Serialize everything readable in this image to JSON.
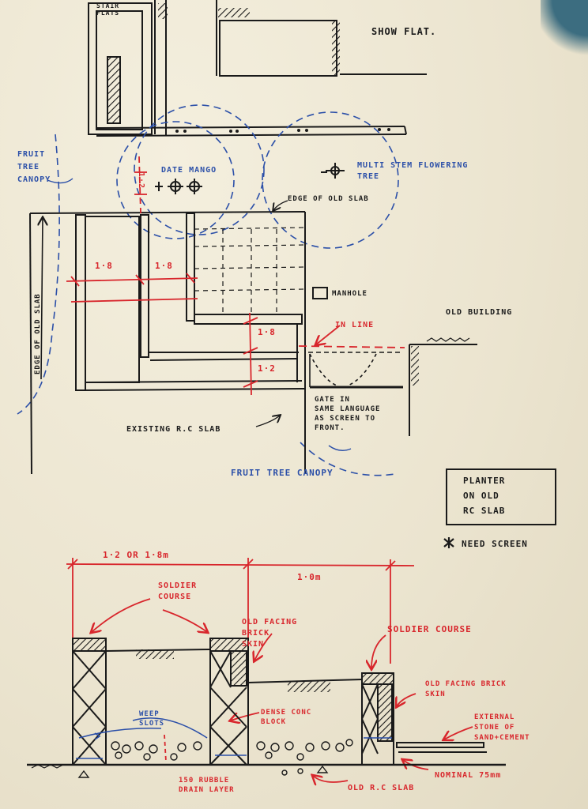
{
  "labels": {
    "stair_flats": "STAIR\nFLATS",
    "show_flat": "SHOW FLAT.",
    "fruit_tree_canopy_left": "FRUIT\nTREE\nCANOPY",
    "date_mango": "DATE MANGO",
    "multi_stem_tree": "MULTI STEM FLOWERING\nTREE",
    "edge_of_old_slab_top": "EDGE OF OLD SLAB",
    "edge_of_old_slab_side": "EDGE OF OLD SLAB",
    "dim_1_8_left": "1·8",
    "dim_1_8_mid": "1·8",
    "dim_1_8_right": "1·8",
    "dim_1_2_right": "1·2",
    "dim_1_2_top": "1·2",
    "manhole": "MANHOLE",
    "in_line": "IN LINE",
    "old_building": "OLD BUILDING",
    "gate_note": "GATE IN\nSAME LANGUAGE\nAS SCREEN TO\nFRONT.",
    "existing_rc_slab": "EXISTING R.C SLAB",
    "fruit_tree_canopy_bottom": "FRUIT TREE CANOPY",
    "legend_box": "PLANTER\nON OLD\nRC SLAB",
    "need_screen": "NEED SCREEN",
    "dim_section_left": "1·2 OR 1·8m",
    "dim_section_right": "1·0m",
    "soldier_course_left": "SOLDIER\nCOURSE",
    "old_facing_brick_skin": "OLD FACING\nBRICK\nSKIN",
    "soldier_course_right": "SOLDIER COURSE",
    "old_facing_brick_skin_right": "OLD FACING BRICK\nSKIN",
    "weep_slots": "WEEP\nSLOTS",
    "dense_conc_block": "DENSE CONC\nBLOCK",
    "external_stone": "EXTERNAL\nSTONE OF\nSAND+CEMENT",
    "rubble_drain": "150 RUBBLE\nDRAIN LAYER",
    "old_rc_slab": "OLD R.C SLAB",
    "nominal_75": "NOMINAL 75mm"
  },
  "colors": {
    "paper": "#efe9d6",
    "ink_black": "#1a1a1a",
    "ink_blue": "#2b4fa8",
    "ink_red": "#d8262c"
  }
}
